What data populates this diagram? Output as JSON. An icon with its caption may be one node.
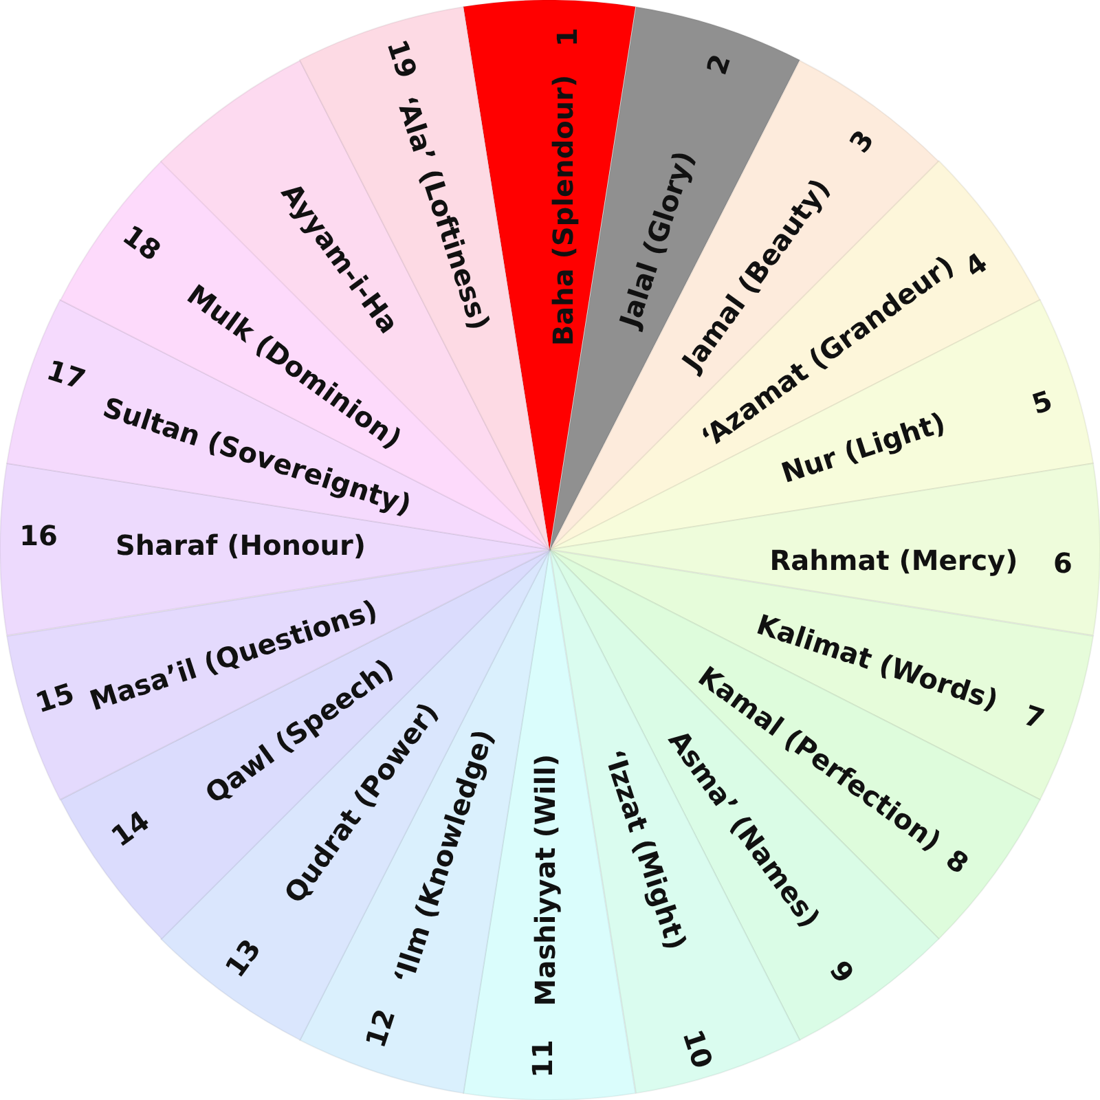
{
  "diagram": {
    "nodes": [
      {
        "text": [
          "Baha (Splendour)",
          "1"
        ]
      },
      {
        "text": [
          "Jalal (Glory)",
          "2"
        ]
      },
      {
        "text": [
          "Jamal (Beauty)",
          "3"
        ]
      },
      {
        "text": [
          "‘Azamat (Grandeur)",
          "4"
        ]
      },
      {
        "text": [
          "Nur (Light)",
          "5"
        ]
      },
      {
        "text": [
          "Rahmat (Mercy)",
          "6"
        ]
      },
      {
        "text": [
          "Kalimat (Words)",
          "7"
        ]
      },
      {
        "text": [
          "Kamal (Perfection)",
          "8"
        ]
      },
      {
        "text": [
          "Asma’ (Names)",
          "9"
        ]
      },
      {
        "text": [
          "‘Izzat (Might)",
          "10"
        ]
      },
      {
        "text": [
          "Mashiyyat (Will)",
          "11"
        ]
      },
      {
        "text": [
          "‘Ilm (Knowledge)",
          "12"
        ]
      },
      {
        "text": [
          "Qudrat (Power)",
          "13"
        ]
      },
      {
        "text": [
          "Qawl (Speech)",
          "14"
        ]
      },
      {
        "text": [
          "Masa’il (Questions)",
          "15"
        ]
      },
      {
        "text": [
          "Sharaf (Honour)",
          "16"
        ]
      },
      {
        "text": [
          "Sultan (Sovereignty)",
          "17"
        ]
      },
      {
        "text": [
          "Mulk (Dominion)",
          "18"
        ]
      },
      {
        "text": [
          "Ayyam-i-Ha"
        ]
      },
      {
        "text": [
          "‘Ala’ (Loftiness)",
          "19"
        ]
      }
    ]
  }
}
